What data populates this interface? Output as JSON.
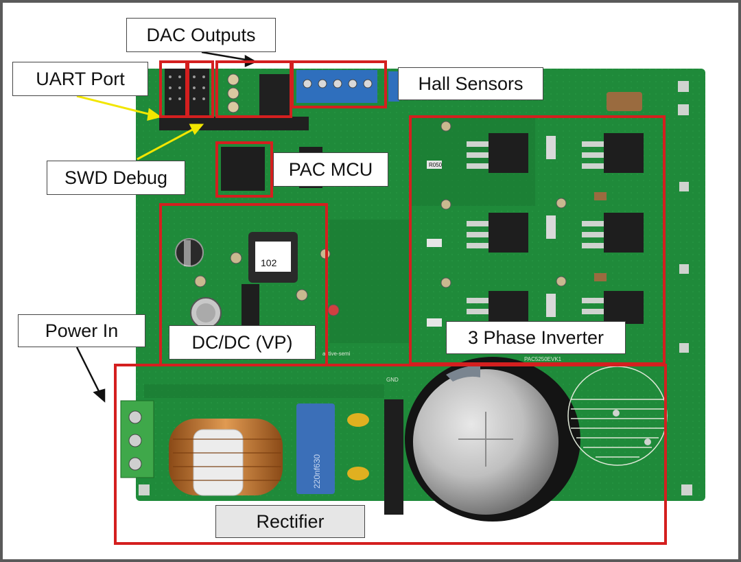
{
  "labels": {
    "dac_outputs": "DAC Outputs",
    "uart_port": "UART Port",
    "hall_sensors": "Hall Sensors",
    "swd_debug": "SWD Debug",
    "pac_mcu": "PAC MCU",
    "power_in": "Power In",
    "dcdc_vp": "DC/DC (VP)",
    "three_phase_inverter": "3 Phase Inverter",
    "rectifier": "Rectifier"
  },
  "board_markings": {
    "inductor": "102",
    "cap": "220nf630",
    "gnd": "GND",
    "brand": "active-semi",
    "part": "PAC5250EVK1",
    "r050": "R050"
  },
  "colors": {
    "board": "#1f8a3a",
    "highlight": "#d41f1f",
    "terminal": "#2f6fbd",
    "annotation": "#f2e600"
  }
}
